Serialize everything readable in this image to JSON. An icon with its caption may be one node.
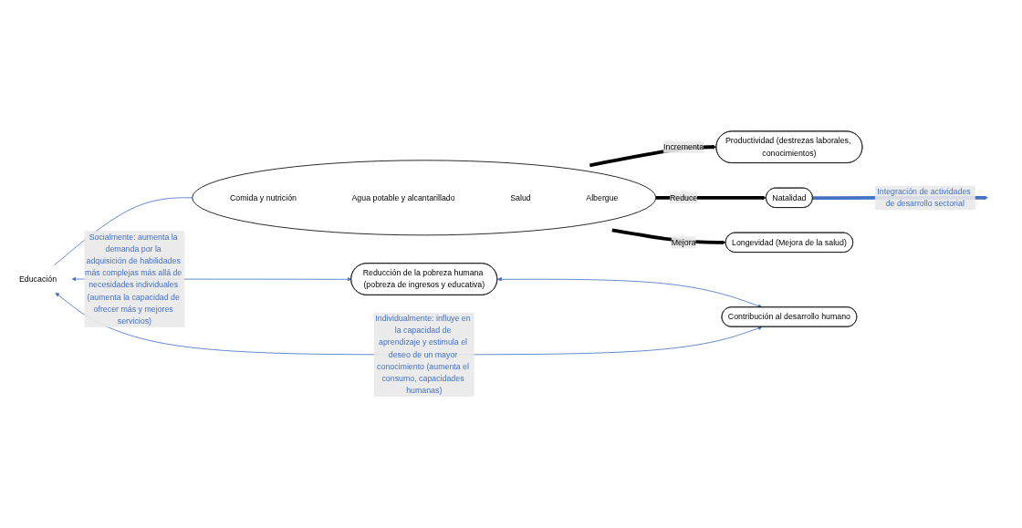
{
  "diagram": {
    "nodes": [
      {
        "text": [
          "Educación"
        ]
      },
      {
        "text": [],
        "shape": "circle"
      },
      {
        "text": [
          "Comida y nutrición"
        ],
        "in": 1
      },
      {
        "text": [
          "Agua potable y alcantarillado"
        ],
        "in": 1
      },
      {
        "text": [
          "Salud"
        ],
        "in": 1
      },
      {
        "text": [
          "Albergue"
        ],
        "in": 1
      },
      {
        "text": [
          "Productividad (destrezas laborales, conocimientos)"
        ]
      },
      {
        "text": [
          "Natalidad"
        ]
      },
      {
        "text": [
          "Longevidad (Mejora de la salud)"
        ]
      },
      {
        "text": [
          "Reducción de la pobreza humana (pobreza de ingresos y educativa)"
        ]
      },
      {
        "text": [
          "Contribución al desarrollo humano"
        ]
      }
    ],
    "edges": [
      {
        "from": 0,
        "to": 1,
        "arrow": "to"
      },
      {
        "from": 1,
        "to": 6,
        "arrow": "to",
        "label": "Incrementa",
        "style": "thick",
        "color": "#000000"
      },
      {
        "from": 1,
        "to": 7,
        "arrow": "to",
        "label": "Reduce",
        "style": "thick",
        "color": "#000000"
      },
      {
        "from": 1,
        "to": 8,
        "arrow": "to",
        "label": "Mejora",
        "style": "thick",
        "color": "#000000"
      },
      {
        "from": 7,
        "to": null,
        "arrow": "to",
        "label": "Integración de actividades de desarrollo sectorial",
        "style": "thick"
      },
      {
        "from": 9,
        "to": 10,
        "arrow": "both"
      },
      {
        "from": 0,
        "to": 9,
        "arrow": "both",
        "label": "Socialmente: aumenta la demanda por la adquisición de habilidades más complejas más allá de necesidades individuales (aumenta la capacidad de ofrecer más y mejores servicios)"
      },
      {
        "from": 0,
        "to": 10,
        "arrow": "both",
        "label": "Individualmente: influye en la capacidad de aprendizaje y estimula el deseo de un mayor conocimiento (aumenta el consumo, capacidades humanas)"
      }
    ]
  }
}
